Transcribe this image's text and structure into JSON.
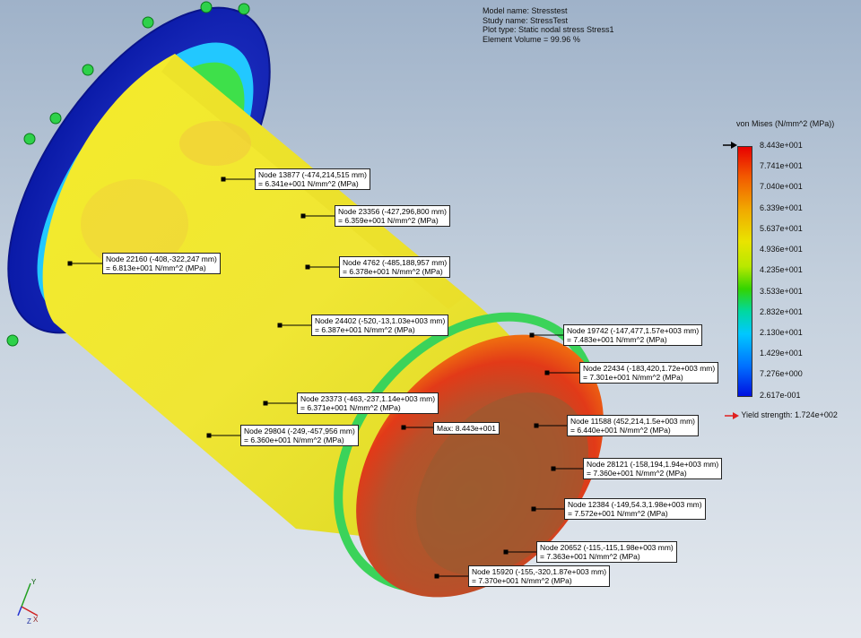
{
  "info": {
    "model_name": "Model name: Stresstest",
    "study_name": "Study name: StressTest",
    "plot_type": "Plot type: Static nodal stress Stress1",
    "element_volume": "Element Volume = 99.96 %"
  },
  "legend": {
    "title": "von Mises (N/mm^2 (MPa))",
    "ticks": [
      "8.443e+001",
      "7.741e+001",
      "7.040e+001",
      "6.339e+001",
      "5.637e+001",
      "4.936e+001",
      "4.235e+001",
      "3.533e+001",
      "2.832e+001",
      "2.130e+001",
      "1.429e+001",
      "7.276e+000",
      "2.617e-001"
    ],
    "yield_strength": "Yield strength: 1.724e+002",
    "colors": {
      "max": "#e80000",
      "mid": "#e9e400",
      "min": "#0010e0"
    }
  },
  "probes": [
    {
      "node": "Node 13877 (-474,214,515 mm)",
      "value": "= 6.341e+001 N/mm^2 (MPa)"
    },
    {
      "node": "Node 23356 (-427,296,800 mm)",
      "value": "= 6.359e+001 N/mm^2 (MPa)"
    },
    {
      "node": "Node 22160 (-408,-322,247 mm)",
      "value": "= 6.813e+001 N/mm^2 (MPa)"
    },
    {
      "node": "Node 4762 (-485,188,957 mm)",
      "value": "= 6.378e+001 N/mm^2 (MPa)"
    },
    {
      "node": "Node 24402 (-520,-13,1.03e+003 mm)",
      "value": "= 6.387e+001 N/mm^2 (MPa)"
    },
    {
      "node": "Node 19742 (-147,477,1.57e+003 mm)",
      "value": "= 7.483e+001 N/mm^2 (MPa)"
    },
    {
      "node": "Node 22434 (-183,420,1.72e+003 mm)",
      "value": "= 7.301e+001 N/mm^2 (MPa)"
    },
    {
      "node": "Node 23373 (-463,-237,1.14e+003 mm)",
      "value": "= 6.371e+001 N/mm^2 (MPa)"
    },
    {
      "node": "Node 29804 (-249,-457,956 mm)",
      "value": "= 6.360e+001 N/mm^2 (MPa)"
    },
    {
      "node": "Max: 8.443e+001",
      "value": ""
    },
    {
      "node": "Node 11588 (452,214,1.5e+003 mm)",
      "value": "= 6.440e+001 N/mm^2 (MPa)"
    },
    {
      "node": "Node 28121 (-158,194,1.94e+003 mm)",
      "value": "= 7.360e+001 N/mm^2 (MPa)"
    },
    {
      "node": "Node 12384 (-149,54.3,1.98e+003 mm)",
      "value": "= 7.572e+001 N/mm^2 (MPa)"
    },
    {
      "node": "Node 20652 (-115,-115,1.98e+003 mm)",
      "value": "= 7.363e+001 N/mm^2 (MPa)"
    },
    {
      "node": "Node 15920 (-155,-320,1.87e+003 mm)",
      "value": "= 7.370e+001 N/mm^2 (MPa)"
    }
  ],
  "triad": {
    "y": "Y",
    "x": "X",
    "z": "Z"
  }
}
